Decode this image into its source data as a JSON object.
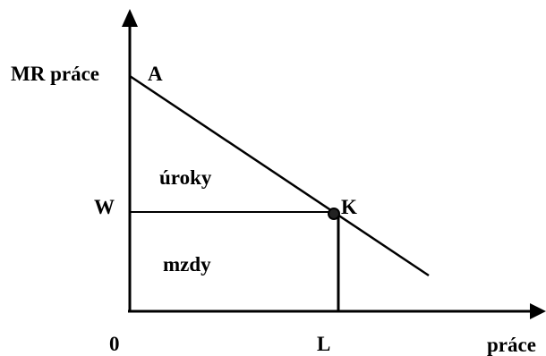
{
  "labels": {
    "y_axis": "MR práce",
    "x_axis": "práce",
    "origin": "0",
    "point_a": "A",
    "point_k": "K",
    "wage_level": "W",
    "labor_quantity": "L",
    "region_upper": "úroky",
    "region_lower": "mzdy"
  },
  "colors": {
    "ink": "#000000",
    "background": "#ffffff"
  }
}
